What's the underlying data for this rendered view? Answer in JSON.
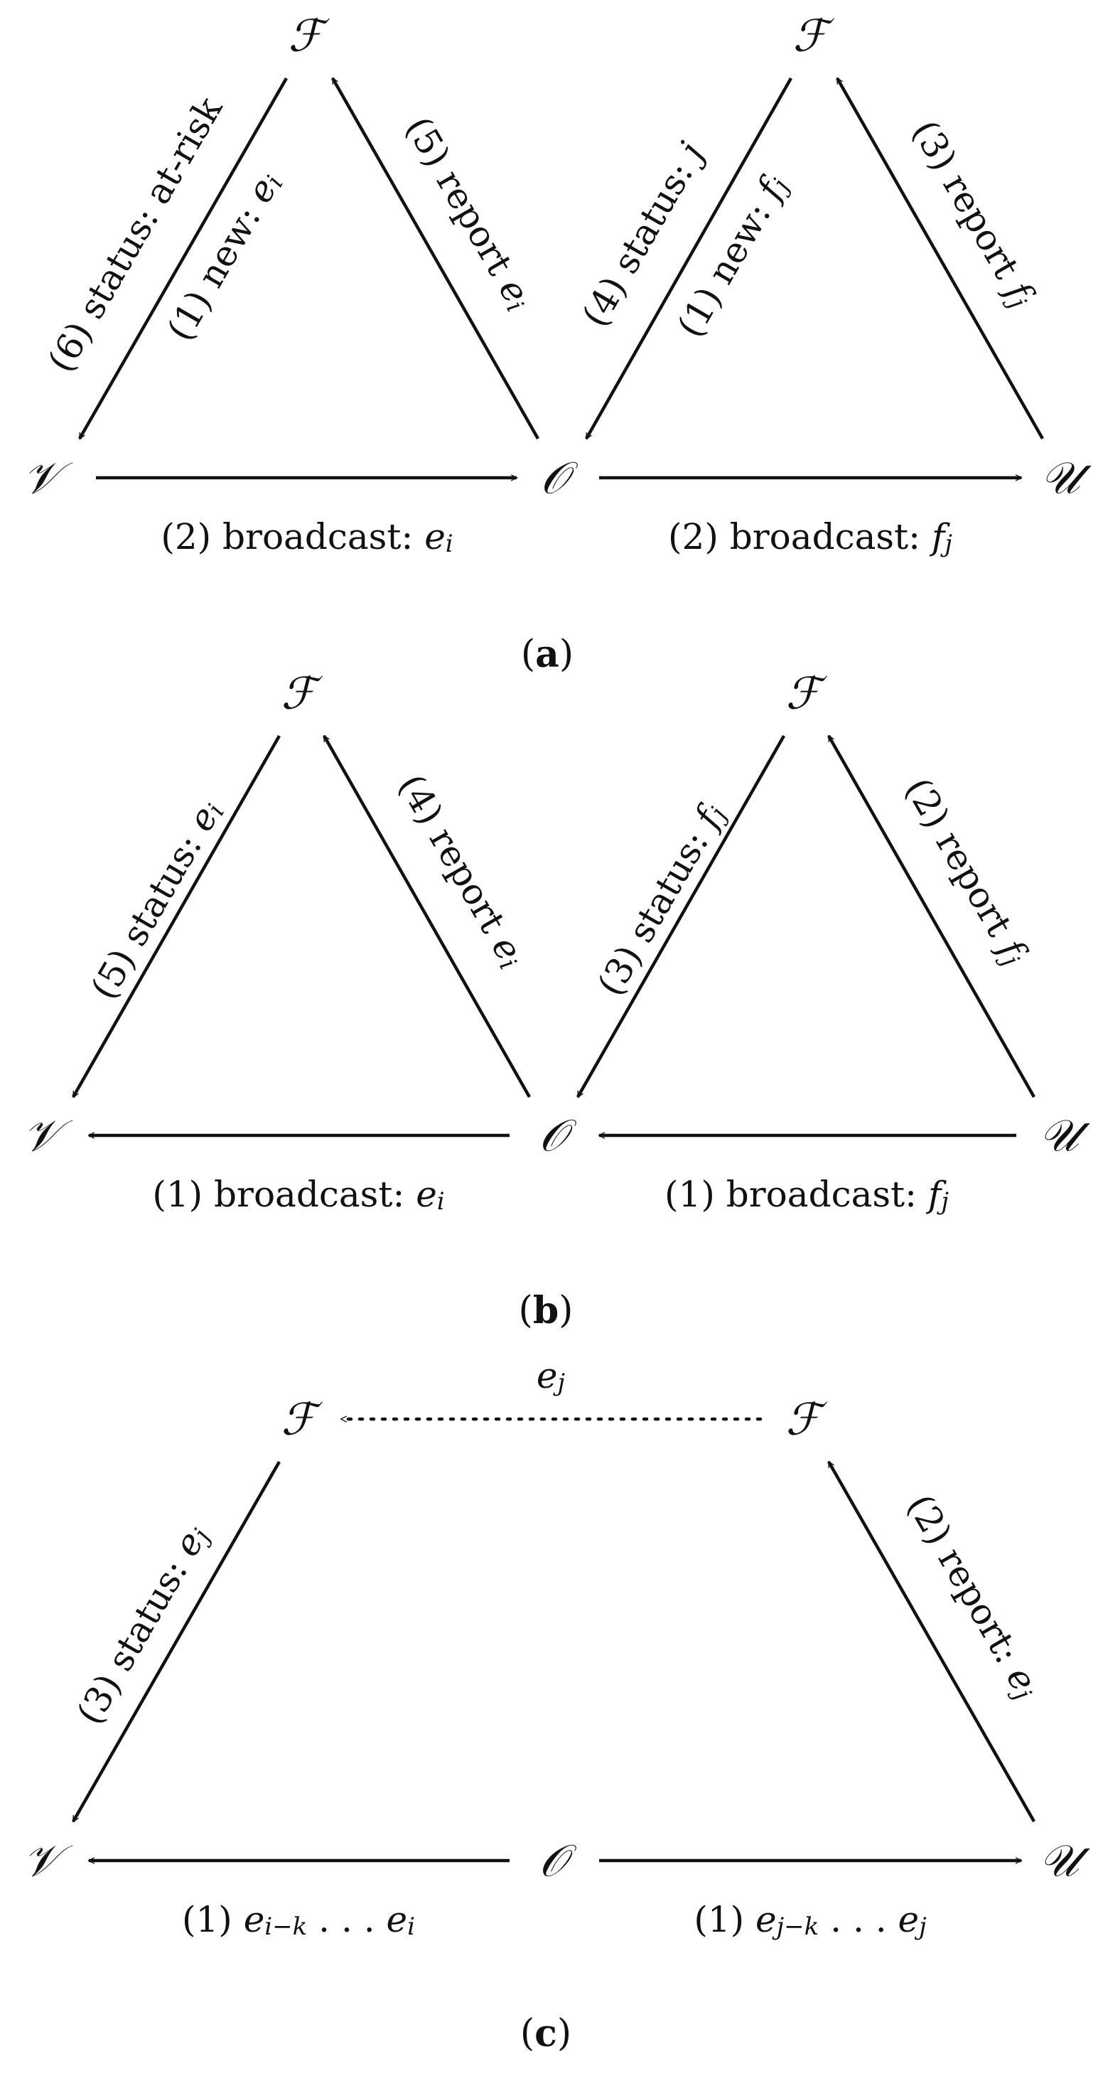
{
  "panels": [
    {
      "caption": "a",
      "nodes": {
        "F1": "F",
        "F2": "F",
        "V": "V",
        "O": "O",
        "U": "U"
      },
      "edges": [
        {
          "id": "a-status-atrisk",
          "from": "F1",
          "to": "V",
          "lines": [
            [
              {
                "t": "(6) status: at-risk"
              }
            ]
          ]
        },
        {
          "id": "a-new-ei",
          "from": "F1",
          "to": "V",
          "lines": [
            [
              {
                "t": "(1) new: "
              },
              {
                "t": "e",
                "m": 1
              },
              {
                "t": "i",
                "s": 1
              }
            ]
          ]
        },
        {
          "id": "a-report-ei",
          "from": "O",
          "to": "F1",
          "lines": [
            [
              {
                "t": "(5) report "
              },
              {
                "t": "e",
                "m": 1
              },
              {
                "t": "i",
                "s": 1
              }
            ]
          ]
        },
        {
          "id": "a-status-j",
          "from": "F2",
          "to": "O",
          "lines": [
            [
              {
                "t": "(4) status: "
              },
              {
                "t": "j",
                "m": 1
              }
            ]
          ]
        },
        {
          "id": "a-new-fj",
          "from": "F2",
          "to": "O",
          "lines": [
            [
              {
                "t": "(1) new: "
              },
              {
                "t": "f",
                "m": 1
              },
              {
                "t": "j",
                "s": 1
              }
            ]
          ]
        },
        {
          "id": "a-report-fj",
          "from": "U",
          "to": "F2",
          "lines": [
            [
              {
                "t": "(3) report "
              },
              {
                "t": "f",
                "m": 1
              },
              {
                "t": "j",
                "s": 1
              }
            ]
          ]
        },
        {
          "id": "a-broadcast-ei",
          "from": "V",
          "to": "O",
          "lines": [
            [
              {
                "t": "(2) broadcast: "
              },
              {
                "t": "e",
                "m": 1
              },
              {
                "t": "i",
                "s": 1
              }
            ]
          ]
        },
        {
          "id": "a-broadcast-fj",
          "from": "O",
          "to": "U",
          "lines": [
            [
              {
                "t": "(2) broadcast: "
              },
              {
                "t": "f",
                "m": 1
              },
              {
                "t": "j",
                "s": 1
              }
            ]
          ]
        }
      ]
    },
    {
      "caption": "b",
      "nodes": {
        "F1": "F",
        "F2": "F",
        "V": "V",
        "O": "O",
        "U": "U"
      },
      "edges": [
        {
          "id": "b-status-ei",
          "from": "F1",
          "to": "V",
          "lines": [
            [
              {
                "t": "(5) status: "
              },
              {
                "t": "e",
                "m": 1
              },
              {
                "t": "i",
                "s": 1
              }
            ]
          ]
        },
        {
          "id": "b-report-ei",
          "from": "O",
          "to": "F1",
          "lines": [
            [
              {
                "t": "(4) report "
              },
              {
                "t": "e",
                "m": 1
              },
              {
                "t": "i",
                "s": 1
              }
            ]
          ]
        },
        {
          "id": "b-status-fj",
          "from": "F2",
          "to": "O",
          "lines": [
            [
              {
                "t": "(3) status: "
              },
              {
                "t": "f",
                "m": 1
              },
              {
                "t": "j",
                "s": 1
              }
            ]
          ]
        },
        {
          "id": "b-report-fj",
          "from": "U",
          "to": "F2",
          "lines": [
            [
              {
                "t": "(2) report "
              },
              {
                "t": "f",
                "m": 1
              },
              {
                "t": "j",
                "s": 1
              }
            ]
          ]
        },
        {
          "id": "b-broadcast-ei",
          "from": "O",
          "to": "V",
          "lines": [
            [
              {
                "t": "(1) broadcast: "
              },
              {
                "t": "e",
                "m": 1
              },
              {
                "t": "i",
                "s": 1
              }
            ]
          ]
        },
        {
          "id": "b-broadcast-fj",
          "from": "U",
          "to": "O",
          "lines": [
            [
              {
                "t": "(1) broadcast: "
              },
              {
                "t": "f",
                "m": 1
              },
              {
                "t": "j",
                "s": 1
              }
            ]
          ]
        }
      ]
    },
    {
      "caption": "c",
      "nodes": {
        "F1": "F",
        "F2": "F",
        "V": "V",
        "O": "O",
        "U": "U"
      },
      "edges": [
        {
          "id": "c-ej-dotted",
          "from": "F2",
          "to": "F1",
          "style": "dotted",
          "lines": [
            [
              {
                "t": "e",
                "m": 1
              },
              {
                "t": "j",
                "s": 1
              }
            ]
          ]
        },
        {
          "id": "c-status-ej",
          "from": "F1",
          "to": "V",
          "lines": [
            [
              {
                "t": "(3) status: "
              },
              {
                "t": "e",
                "m": 1
              },
              {
                "t": "j",
                "s": 1
              }
            ]
          ]
        },
        {
          "id": "c-report-ej",
          "from": "U",
          "to": "F2",
          "lines": [
            [
              {
                "t": "(2) report: "
              },
              {
                "t": "e",
                "m": 1
              },
              {
                "t": "j",
                "s": 1
              }
            ]
          ]
        },
        {
          "id": "c-seq-ei",
          "from": "O",
          "to": "V",
          "lines": [
            [
              {
                "t": "(1) "
              },
              {
                "t": "e",
                "m": 1
              },
              {
                "t": "i−k",
                "s": 1
              },
              {
                "t": " . . . "
              },
              {
                "t": "e",
                "m": 1
              },
              {
                "t": "i",
                "s": 1
              }
            ]
          ]
        },
        {
          "id": "c-seq-ej",
          "from": "O",
          "to": "U",
          "lines": [
            [
              {
                "t": "(1) "
              },
              {
                "t": "e",
                "m": 1
              },
              {
                "t": "j−k",
                "s": 1
              },
              {
                "t": " . . . "
              },
              {
                "t": "e",
                "m": 1
              },
              {
                "t": "j",
                "s": 1
              }
            ]
          ]
        }
      ]
    }
  ]
}
